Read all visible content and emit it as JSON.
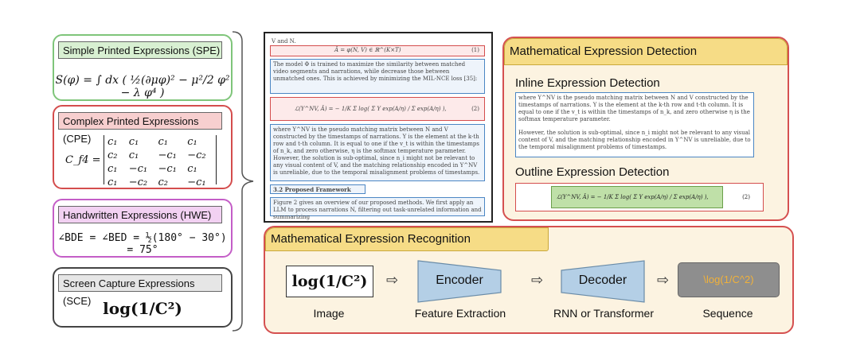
{
  "categories": [
    {
      "label": "Simple Printed Expressions (SPE)",
      "color": "#7fc57a",
      "fill": "#d8f0d2"
    },
    {
      "label": "Complex Printed Expressions (CPE)",
      "color": "#d44d4d",
      "fill": "#f7cfcf"
    },
    {
      "label": "Handwritten Expressions (HWE)",
      "color": "#c45ec7",
      "fill": "#f2d1f2"
    },
    {
      "label": "Screen Capture Expressions (SCE)",
      "color": "#444444",
      "fill": "#e6e6e6"
    }
  ],
  "formulas": {
    "spe": "S(φ) = ∫ dx ( ½(∂μφ)² − μ²/2 φ² − λ φ⁴ )",
    "cpe_lhs": "C_f4 =",
    "cpe_matrix": [
      [
        "c₁",
        "c₁",
        "c₁",
        "c₁"
      ],
      [
        "c₂",
        "c₁",
        "−c₁",
        "−c₂"
      ],
      [
        "c₁",
        "−c₁",
        "−c₁",
        "c₁"
      ],
      [
        "c₁",
        "−c₂",
        "c₂",
        "−c₁"
      ]
    ],
    "hwe": "∠BDE = ∠BED = ½(180° − 30°) = 75°",
    "sce": "log(1/C²)"
  },
  "paper": {
    "line1": "V and N.",
    "eq1": "Â = φ(N, V) ∈ ℝ^(K×T)",
    "eq1_num": "(1)",
    "para1": "The model Φ is trained to maximize the similarity between matched video segments and narrations, while decrease those between unmatched ones. This is achieved by minimizing the MIL-NCE loss [35]:",
    "eq2": "ℒ(Y^NV, Â) = − 1/K Σ log( Σ Y exp(A/η) / Σ exp(A/η) ),",
    "eq2_num": "(2)",
    "para2": "where Y^NV is the pseudo matching matrix between N and V constructed by the timestamps of narrations. Y is the element at the k-th row and t-th column. It is equal to one if the v_t is within the timestamps of n_k, and zero otherwise, η is the softmax temperature parameter.",
    "para3": "However, the solution is sub-optimal, since n_i might not be relevant to any visual content of V, and the matching relationship encoded in Y^NV is unreliable, due to the temporal misalignment problems of timestamps.",
    "section": "3.2   Proposed Framework",
    "para4": "Figure 2 gives an overview of our proposed methods. We first apply an LLM to process narrations N, filtering out task-unrelated information and summarizing"
  },
  "detection": {
    "title": "Mathematical Expression Detection",
    "inline_title": "Inline Expression Detection",
    "inline_text1": "where Y^NV is the pseudo matching matrix between N and V constructed by the timestamps of narrations. Y is the element at the k-th row and t-th column. It is equal to one if the v_t is within the timestamps of n_k, and zero otherwise η is the softmax temperature parameter.",
    "inline_text2": "However, the solution is sub-optimal, since n_i might not be relevant to any visual content of V, and the matching relationship encoded in Y^NV is unreliable, due to the temporal misalignment problems of timestamps.",
    "outline_title": "Outline Expression Detection",
    "outline_eq": "ℒ(Y^NV, Â) = − 1/K Σ log( Σ Y exp(A/η) / Σ exp(A/η) ),",
    "outline_num": "(2)"
  },
  "recognition": {
    "title": "Mathematical Expression Recognition",
    "image_formula": "log(1/C²)",
    "encoder": "Encoder",
    "decoder": "Decoder",
    "sequence": "\\log(1/C^2)",
    "cap_image": "Image",
    "cap_feature": "Feature Extraction",
    "cap_rnn": "RNN or Transformer",
    "cap_sequence": "Sequence",
    "sequence_color": "#f0b13a"
  }
}
